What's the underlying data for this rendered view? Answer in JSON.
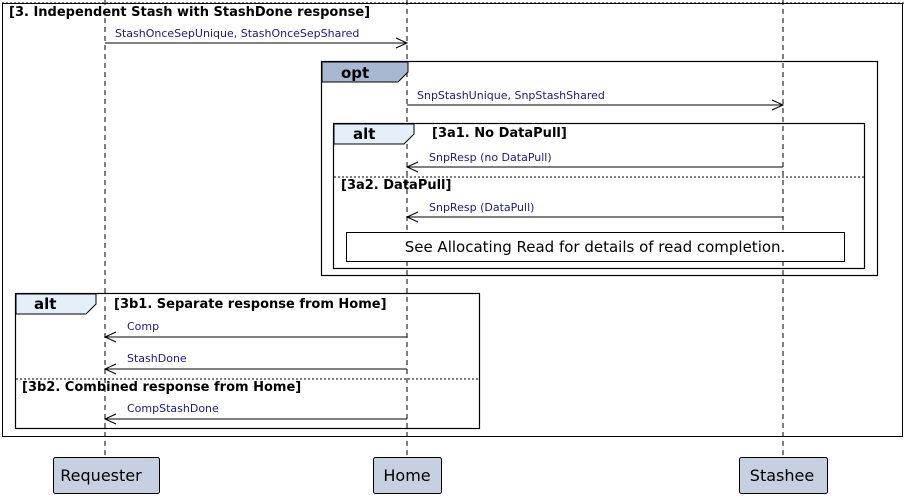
{
  "outer_frame": {
    "label": "[3. Independent Stash with StashDone response]"
  },
  "participants": [
    {
      "id": "requester",
      "label": "Requester"
    },
    {
      "id": "home",
      "label": "Home"
    },
    {
      "id": "stashee",
      "label": "Stashee"
    }
  ],
  "messages": [
    {
      "id": "m1",
      "label": "StashOnceSepUnique, StashOnceSepShared",
      "from": "requester",
      "to": "home"
    },
    {
      "id": "m2",
      "label": "SnpStashUnique, SnpStashShared",
      "from": "home",
      "to": "stashee"
    },
    {
      "id": "m3",
      "label": "SnpResp (no DataPull)",
      "from": "stashee",
      "to": "home"
    },
    {
      "id": "m4",
      "label": "SnpResp (DataPull)",
      "from": "stashee",
      "to": "home"
    },
    {
      "id": "m5",
      "label": "Comp",
      "from": "home",
      "to": "requester"
    },
    {
      "id": "m6",
      "label": "StashDone",
      "from": "home",
      "to": "requester"
    },
    {
      "id": "m7",
      "label": "CompStashDone",
      "from": "home",
      "to": "requester"
    }
  ],
  "opt_fragment": {
    "keyword": "opt"
  },
  "alt_fragment_a": {
    "keyword": "alt",
    "guard1": "[3a1. No DataPull]",
    "guard2": "[3a2. DataPull]"
  },
  "note": {
    "text": "See Allocating Read for details of read completion."
  },
  "alt_fragment_b": {
    "keyword": "alt",
    "guard1": "[3b1. Separate response from Home]",
    "guard2": "[3b2. Combined response from Home]"
  },
  "colors": {
    "opt_tab": "#a8b8d0",
    "alt_tab": "#e4effa",
    "actor_box": "#c6d0e0",
    "message_text": "#1a1a80"
  }
}
